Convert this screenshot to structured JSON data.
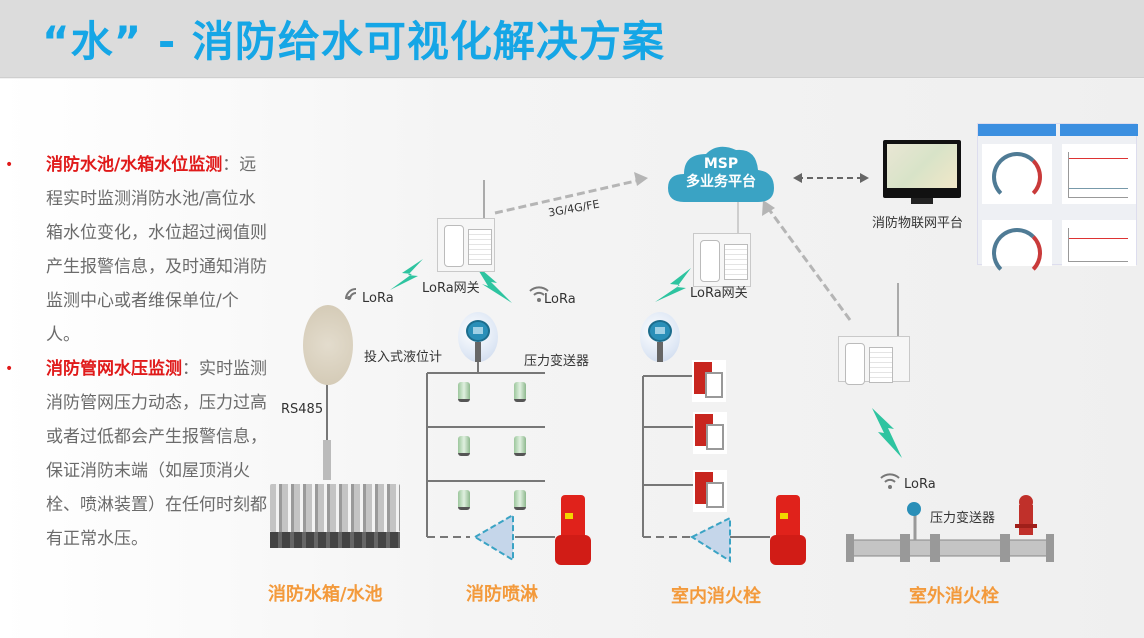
{
  "header": {
    "title": "“水” - 消防给水可视化解决方案"
  },
  "bullets": [
    {
      "heading": "消防水池/水箱水位监测",
      "text": "：远程实时监测消防水池/高位水箱水位变化，水位超过阀值则产生报警信息，及时通知消防监测中心或者维保单位/个人。"
    },
    {
      "heading": "消防管网水压监测",
      "text": "：实时监测消防管网压力动态，压力过高或者过低都会产生报警信息，保证消防末端（如屋顶消火栓、喷淋装置）在任何时刻都有正常水压。"
    }
  ],
  "diagram": {
    "cloud": {
      "line1": "MSP",
      "line2": "多业务平台"
    },
    "platform_label": "消防物联网平台",
    "network_label": "3G/4G/FE",
    "gateway_label": "LoRa网关",
    "lora_label": "LoRa",
    "rs485_label": "RS485",
    "level_sensor_label": "投入式液位计",
    "pressure_sensor_label": "压力变送器",
    "categories": [
      "消防水箱/水池",
      "消防喷淋",
      "室内消火栓",
      "室外消火栓"
    ]
  },
  "colors": {
    "title": "#15a6e6",
    "highlight": "#e01a1a",
    "category": "#f39a3c",
    "cloud": "#3aa3c4",
    "bolt": "#2ec4a0"
  }
}
